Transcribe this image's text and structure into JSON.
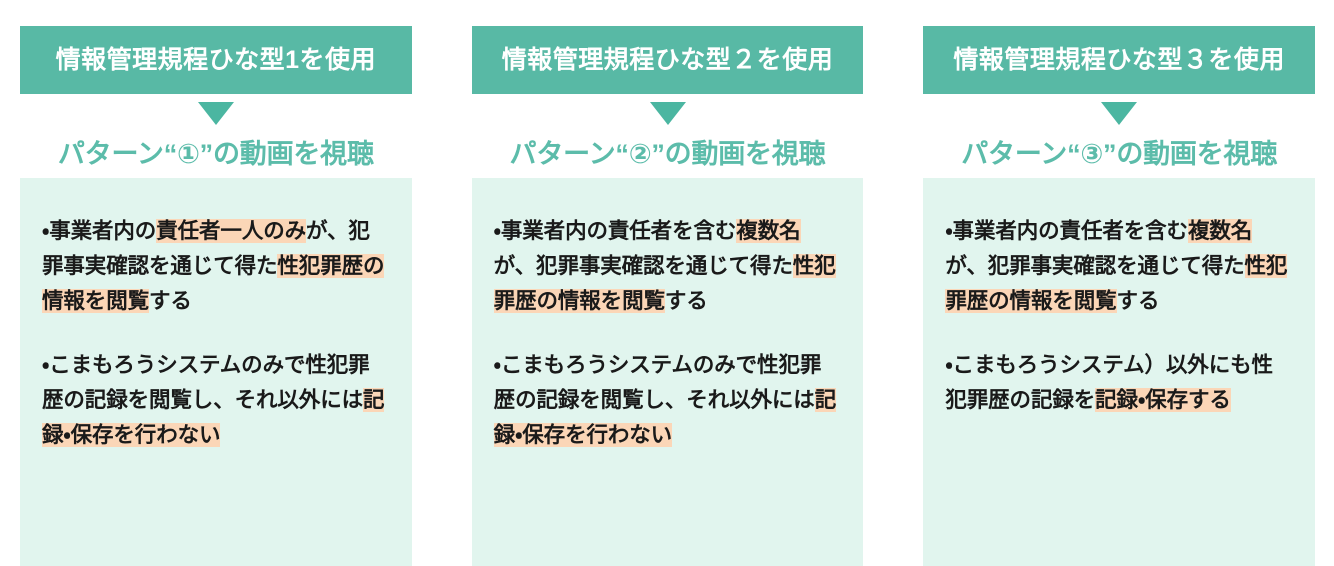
{
  "columns": [
    {
      "header": "情報管理規程ひな型1を使用",
      "arrow": "triangle-down",
      "subtitle": "パターン“①”の動画を視聴",
      "paragraphs": [
        {
          "segments": [
            {
              "text": "・事業者内の",
              "highlight": false
            },
            {
              "text": "責任者一人のみ",
              "highlight": true
            },
            {
              "text": "が、犯罪事実確認を通じて得た",
              "highlight": false
            },
            {
              "text": "性犯罪歴の情報を閲覧",
              "highlight": true
            },
            {
              "text": "する",
              "highlight": false
            }
          ]
        },
        {
          "segments": [
            {
              "text": "・こまもろうシステムのみで性犯罪歴の記録を閲覧し、それ以外には",
              "highlight": false
            },
            {
              "text": "記録・保存を行わない",
              "highlight": true
            }
          ]
        }
      ]
    },
    {
      "header": "情報管理規程ひな型２を使用",
      "arrow": "triangle-down",
      "subtitle": "パターン“②”の動画を視聴",
      "paragraphs": [
        {
          "segments": [
            {
              "text": "・事業者内の責任者を含む",
              "highlight": false
            },
            {
              "text": "複数名",
              "highlight": true
            },
            {
              "text": "が、犯罪事実確認を通じて得た",
              "highlight": false
            },
            {
              "text": "性犯罪歴の情報を閲覧",
              "highlight": true
            },
            {
              "text": "する",
              "highlight": false
            }
          ]
        },
        {
          "segments": [
            {
              "text": "・こまもろうシステムのみで性犯罪歴の記録を閲覧し、それ以外には",
              "highlight": false
            },
            {
              "text": "記録・保存を行わない",
              "highlight": true
            }
          ]
        }
      ]
    },
    {
      "header": "情報管理規程ひな型３を使用",
      "arrow": "triangle-down",
      "subtitle": "パターン“③”の動画を視聴",
      "paragraphs": [
        {
          "segments": [
            {
              "text": "・事業者内の責任者を含む",
              "highlight": false
            },
            {
              "text": "複数名",
              "highlight": true
            },
            {
              "text": "が、犯罪事実確認を通じて得た",
              "highlight": false
            },
            {
              "text": "性犯罪歴の情報を閲覧",
              "highlight": true
            },
            {
              "text": "する",
              "highlight": false
            }
          ]
        },
        {
          "segments": [
            {
              "text": "・こまもろうシステム）以外にも性犯罪歴の記録を",
              "highlight": false
            },
            {
              "text": "記録・保存する",
              "highlight": true
            }
          ]
        }
      ]
    }
  ],
  "colors": {
    "header_teal": "#58b9a5",
    "subtitle_teal": "#5cbcaa",
    "panel_mint": "#e1f5ee",
    "highlight_peach": "#fbd6b7",
    "body_text": "#1a1a1a",
    "header_text": "#ffffff"
  }
}
